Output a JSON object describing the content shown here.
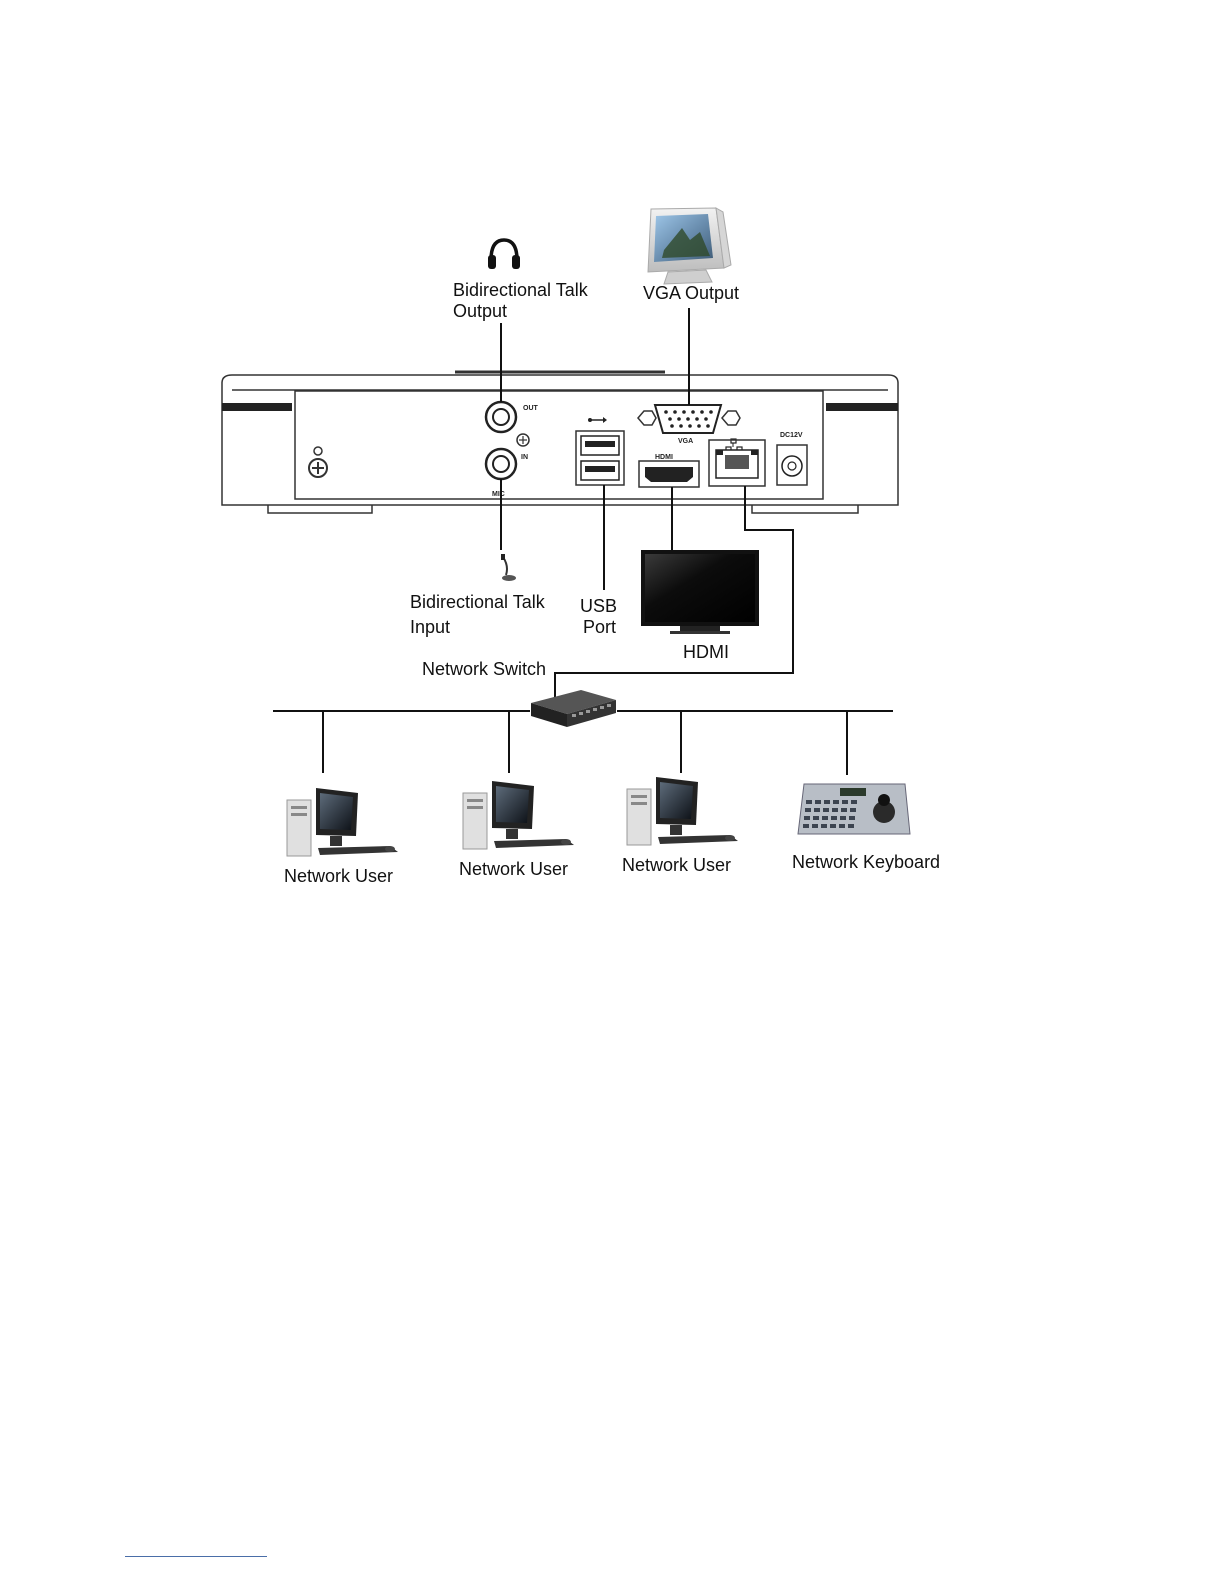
{
  "labels": {
    "talk_output_line1": "Bidirectional Talk",
    "talk_output_line2": "Output",
    "vga_output": "VGA Output",
    "talk_input_line1": "Bidirectional Talk",
    "talk_input_line2": "Input",
    "usb_line1": "USB",
    "usb_line2": "Port",
    "hdmi": "HDMI",
    "network_switch": "Network Switch",
    "network_user_1": "Network User",
    "network_user_2": "Network User",
    "network_user_3": "Network User",
    "network_keyboard": "Network Keyboard"
  },
  "panel_marks": {
    "out": "OUT",
    "in": "IN",
    "mic": "MIC",
    "vga": "VGA",
    "hdmi": "HDMI",
    "dc": "DC12V"
  },
  "icons": [
    "headphones-icon",
    "microphone-icon",
    "crt-monitor-icon",
    "tv-icon",
    "network-switch-icon",
    "desktop-pc-icon",
    "control-keyboard-icon",
    "ground-screw-icon",
    "usb-symbol-icon",
    "lan-symbol-icon"
  ],
  "colors": {
    "ink": "#111111",
    "footnote_rule": "#4a6ea8"
  }
}
